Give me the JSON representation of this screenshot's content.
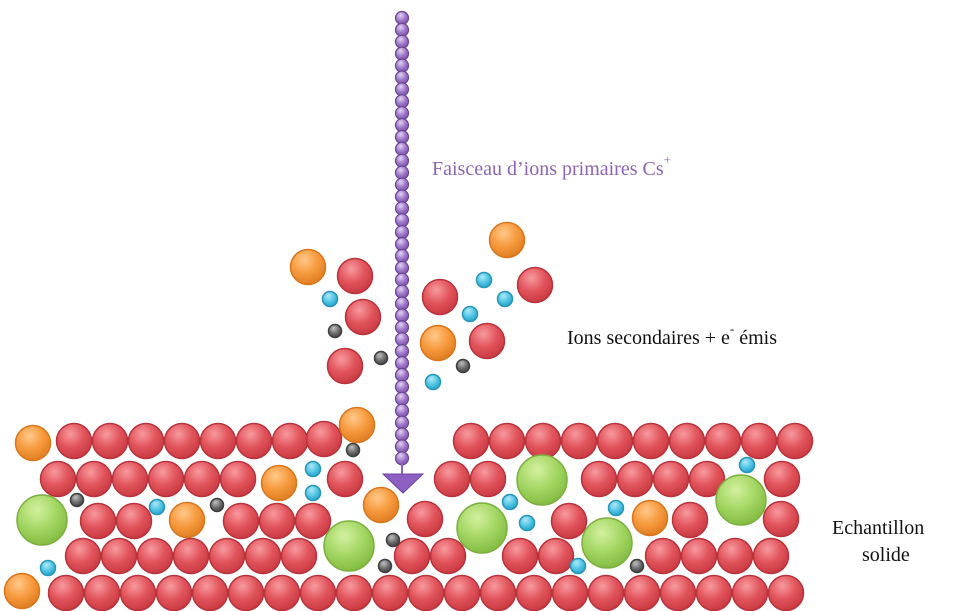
{
  "labels": {
    "beam": "Faisceau d’ions primaires Cs",
    "beam_sup": "+",
    "secondary_pre": "Ions secondaires + e",
    "secondary_sup": "-",
    "secondary_post": " émis",
    "sample_line1": "Echantillon",
    "sample_line2": "solide"
  },
  "colors": {
    "matrix_atom": "#e2545c",
    "orange_atom": "#f79a3e",
    "green_atom": "#9fd45d",
    "cyan_atom": "#4dc3e3",
    "dark_atom": "#6a6a6a",
    "beam_ion": "#9b74c6",
    "beam_arrow": "#8c5fc0"
  }
}
